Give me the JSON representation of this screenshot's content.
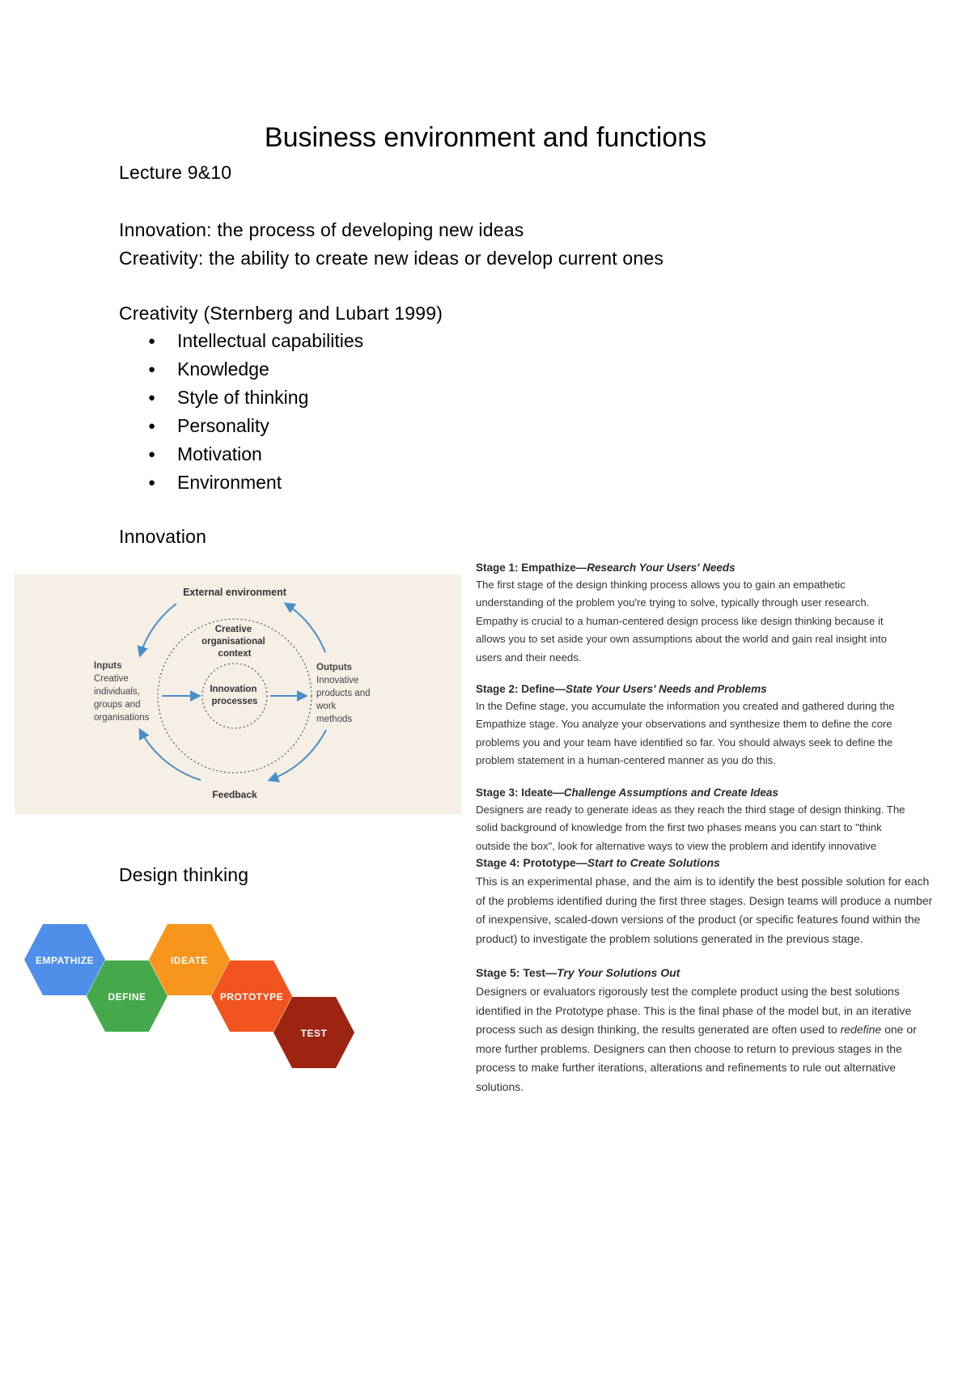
{
  "doc": {
    "title": "Business environment and functions",
    "lecture": "Lecture 9&10",
    "innovation_def": "Innovation: the process of developing new ideas",
    "creativity_def": "Creativity: the ability to create new ideas or develop current ones",
    "creativity_heading": "Creativity (Sternberg and Lubart 1999)",
    "bullets": [
      "Intellectual capabilities",
      "Knowledge",
      "Style of thinking",
      "Personality",
      "Motivation",
      "Environment"
    ],
    "innovation_heading": "Innovation",
    "design_thinking_heading": "Design thinking"
  },
  "innovation_diagram": {
    "external": "External environment",
    "context": [
      "Creative",
      "organisational",
      "context"
    ],
    "inputs_title": "Inputs",
    "inputs_lines": [
      "Creative",
      "individuals,",
      "groups and",
      "organisations"
    ],
    "core": [
      "Innovation",
      "processes"
    ],
    "outputs_title": "Outputs",
    "outputs_lines": [
      "Innovative",
      "products and",
      "work",
      "methods"
    ],
    "feedback": "Feedback",
    "colors": {
      "arrow": "#4a90c8",
      "bg": "#f6efe6"
    }
  },
  "design_thinking": {
    "empathize": "EMPATHIZE",
    "define": "DEFINE",
    "ideate": "IDEATE",
    "prototype": "PROTOTYPE",
    "test": "TEST",
    "colors": {
      "empathize": "#4f8fea",
      "define": "#45a84a",
      "ideate": "#f7951d",
      "prototype": "#f1541e",
      "test": "#9e2412"
    }
  },
  "stages": {
    "s1": {
      "label": "Stage 1: Empathize—",
      "sub": "Research Your Users' Needs",
      "lines": [
        "The first stage of the design thinking process allows you to gain an empathetic",
        "understanding of the problem you're trying to solve, typically through user research.",
        "Empathy is crucial to a human-centered design process like design thinking because it",
        "allows you to set aside your own assumptions about the world and gain real insight into",
        "users and their needs."
      ]
    },
    "s2": {
      "label": "Stage 2: Define—",
      "sub": "State Your Users' Needs and Problems",
      "lines": [
        "In the Define stage, you accumulate the information you created and gathered during the",
        "Empathize stage. You analyze your observations and synthesize them to define the core",
        "problems you and your team have identified so far. You should always seek to define the",
        "problem statement in a human-centered manner as you do this."
      ]
    },
    "s3": {
      "label": "Stage 3: Ideate—",
      "sub": "Challenge Assumptions and Create Ideas",
      "lines": [
        "Designers are ready to generate ideas as they reach the third stage of design thinking. The",
        "solid background of knowledge from the first two phases means you can start to \"think",
        "outside the box\", look for alternative ways to view the problem and identify innovative"
      ]
    },
    "s4": {
      "label": "Stage 4: Prototype—",
      "sub": "Start to Create Solutions",
      "lines": [
        "This is an experimental phase, and the aim is to identify the best possible solution for each",
        "of the problems identified during the first three stages. Design teams will produce a number",
        "of inexpensive, scaled-down versions of the product (or specific features found within the",
        "product) to investigate the problem solutions generated in the previous stage."
      ]
    },
    "s5": {
      "label": "Stage 5: Test—",
      "sub": "Try Your Solutions Out",
      "line1": "Designers or evaluators rigorously test the complete product using the best solutions",
      "line2": "identified in the Prototype phase. This is the final phase of the model but, in an iterative",
      "line3_pre": "process such as design thinking, the results generated are often used to ",
      "line3_em": "redefine",
      "line3_post": " one or",
      "line4": "more further problems. Designers can then choose to return to previous stages in the",
      "line5": "process to make further iterations, alterations and refinements to rule out alternative",
      "line6": "solutions."
    }
  }
}
